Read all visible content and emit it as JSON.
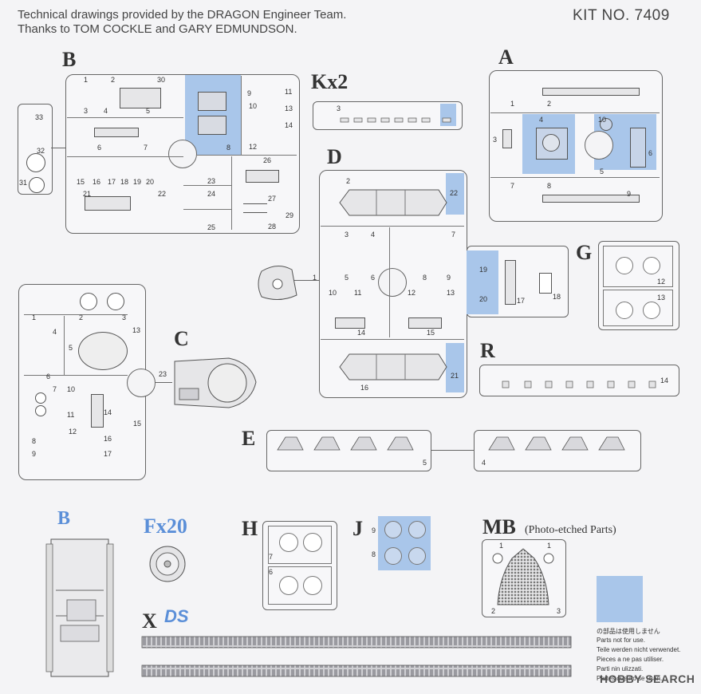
{
  "header": {
    "line1": "Technical drawings provided by the DRAGON Engineer Team.",
    "line2": "Thanks to TOM COCKLE and GARY EDMUNDSON.",
    "kit_no": "KIT NO. 7409"
  },
  "sprues": {
    "B": {
      "letter": "B",
      "numbers": [
        "1",
        "2",
        "30",
        "3",
        "4",
        "5",
        "6",
        "7",
        "8",
        "9",
        "10",
        "11",
        "12",
        "13",
        "14",
        "15",
        "16",
        "17",
        "18",
        "19",
        "20",
        "21",
        "22",
        "23",
        "24",
        "25",
        "26",
        "27",
        "28",
        "29",
        "31",
        "32",
        "33"
      ]
    },
    "Kx2": {
      "letter": "Kx2",
      "numbers": [
        "3"
      ]
    },
    "A": {
      "letter": "A",
      "numbers": [
        "1",
        "2",
        "3",
        "4",
        "10",
        "5",
        "6",
        "7",
        "8",
        "9"
      ]
    },
    "D": {
      "letter": "D",
      "numbers": [
        "2",
        "22",
        "3",
        "4",
        "7",
        "1",
        "5",
        "6",
        "8",
        "9",
        "10",
        "11",
        "12",
        "13",
        "14",
        "15",
        "16",
        "21",
        "19",
        "20",
        "17",
        "18"
      ]
    },
    "G": {
      "letter": "G",
      "numbers": [
        "12",
        "13"
      ]
    },
    "C": {
      "letter": "C",
      "numbers": [
        "1",
        "2",
        "3",
        "4",
        "5",
        "6",
        "7",
        "8",
        "9",
        "10",
        "11",
        "12",
        "13",
        "14",
        "15",
        "16",
        "17",
        "23"
      ]
    },
    "R": {
      "letter": "R",
      "numbers": [
        "14"
      ]
    },
    "E": {
      "letter": "E",
      "numbers": [
        "5",
        "4"
      ]
    },
    "B_blue": {
      "letter": "B"
    },
    "Fx20": {
      "letter": "Fx20"
    },
    "H": {
      "letter": "H",
      "numbers": [
        "7",
        "6"
      ]
    },
    "J": {
      "letter": "J",
      "numbers": [
        "9",
        "8"
      ]
    },
    "MB": {
      "letter": "MB",
      "subtitle": "(Photo-etched Parts)",
      "numbers": [
        "1",
        "1",
        "2",
        "3"
      ]
    },
    "X": {
      "letter": "X",
      "logo": "DS"
    }
  },
  "legend": {
    "lines": [
      "の部品は使用しません",
      "Parts not for use.",
      "Teile werden nicht verwendet.",
      "Pieces a ne pas utiliser.",
      "Parti nin ulizzati.",
      "Partes que no se usan."
    ]
  },
  "watermark": {
    "text": "HOBBY SEARCH"
  },
  "colors": {
    "unused_parts": "#a9c6ea",
    "line": "#666666",
    "background": "#f4f4f6"
  }
}
